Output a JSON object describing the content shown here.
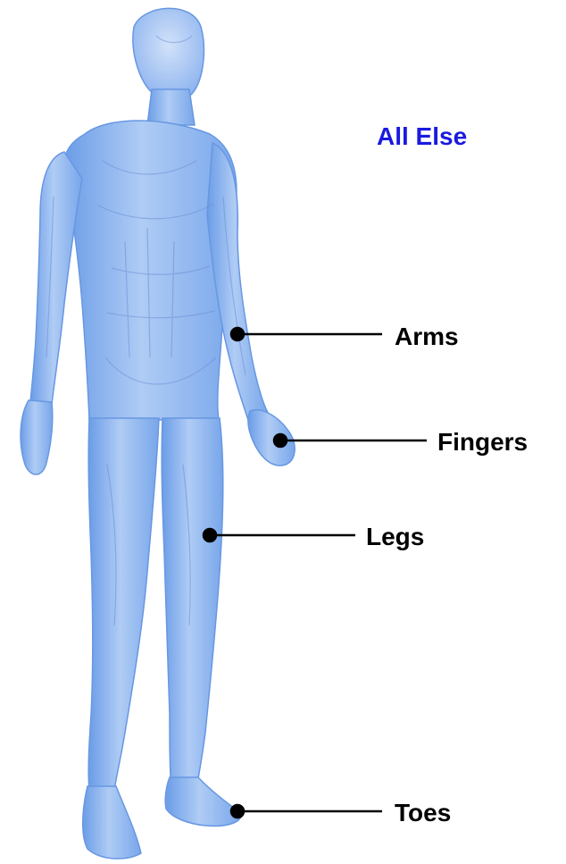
{
  "labels": {
    "other": "All Else",
    "arms": "Arms",
    "fingers": "Fingers",
    "legs": "Legs",
    "toes": "Toes"
  },
  "colors": {
    "body_fill": "#8fb6ee",
    "body_edge": "#5b8fe0",
    "muscle_line": "#6f8fd6",
    "other_label": "#1a1adf",
    "callout": "#000000"
  },
  "figure": {
    "subject": "translucent-blue-anatomical-human-figure"
  }
}
